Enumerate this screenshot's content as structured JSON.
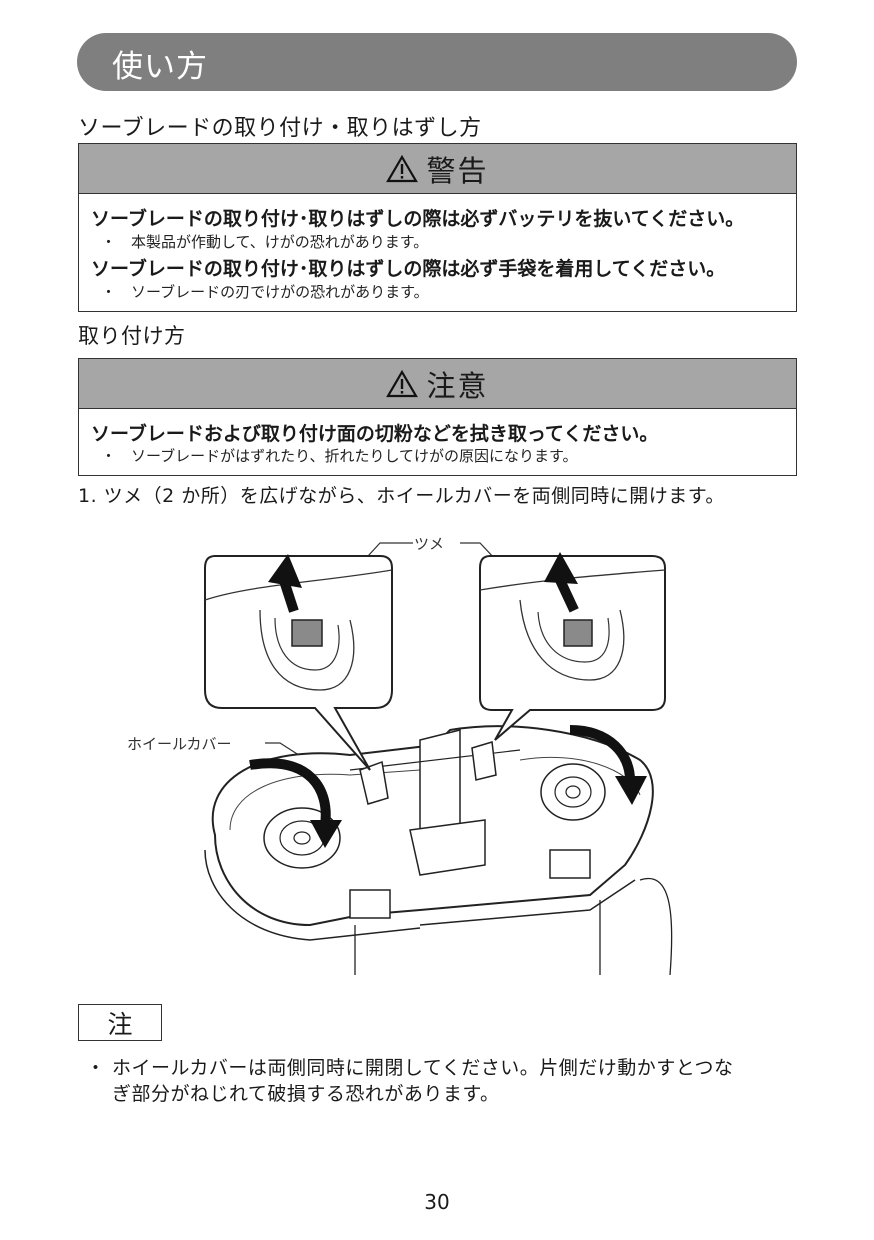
{
  "header": {
    "title": "使い方"
  },
  "section": {
    "title": "ソーブレードの取り付け・取りはずし方"
  },
  "warning": {
    "heading": "警告",
    "items": [
      {
        "main": "ソーブレードの取り付け･取りはずしの際は必ずバッテリを抜いてください。",
        "bullet": "・",
        "sub": "本製品が作動して、けがの恐れがあります。"
      },
      {
        "main": "ソーブレードの取り付け･取りはずしの際は必ず手袋を着用してください。",
        "bullet": "・",
        "sub": "ソーブレードの刃でけがの恐れがあります。"
      }
    ]
  },
  "install": {
    "title": "取り付け方"
  },
  "caution": {
    "heading": "注意",
    "items": [
      {
        "main": "ソーブレードおよび取り付け面の切粉などを拭き取ってください。",
        "bullet": "・",
        "sub": "ソーブレードがはずれたり、折れたりしてけがの原因になります。"
      }
    ]
  },
  "steps": [
    {
      "text": "1.  ツメ（2 か所）を広げながら、ホイールカバーを両側同時に開けます。"
    }
  ],
  "figure": {
    "callout_claw": "ツメ",
    "callout_wheel_cover": "ホイールカバー"
  },
  "note": {
    "label": "注",
    "bullet": "・",
    "line1": "ホイールカバーは両側同時に開閉してください。片側だけ動かすとつな",
    "line2": "ぎ部分がねじれて破損する恐れがあります。"
  },
  "page_number": "30",
  "colors": {
    "header_bar": "#7f7f7f",
    "box_heading": "#a6a6a6",
    "claw_fill": "#8a8a8a"
  }
}
